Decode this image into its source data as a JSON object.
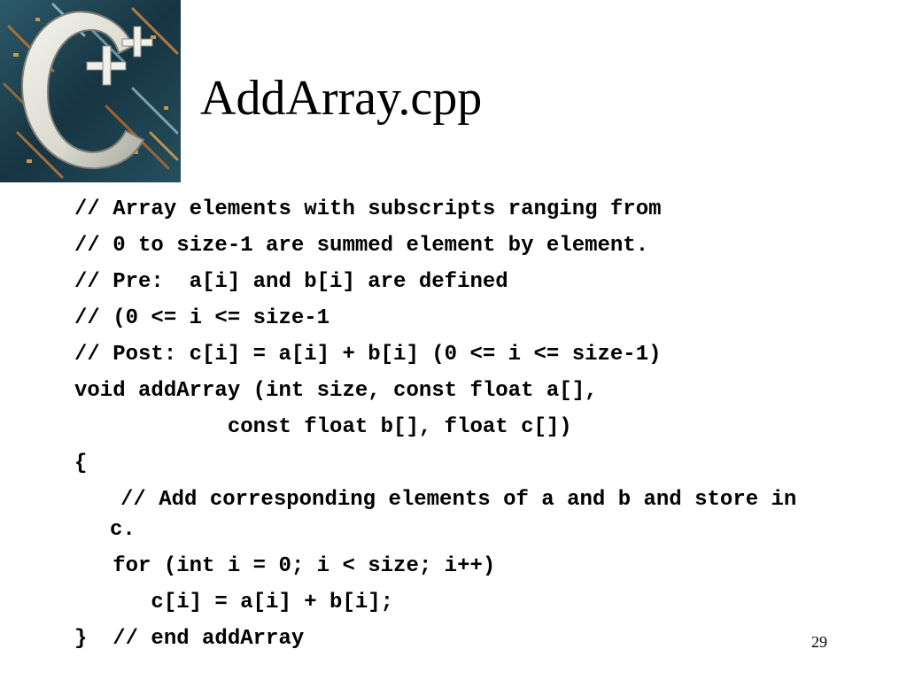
{
  "slide": {
    "title": "AddArray.cpp",
    "page_number": "29",
    "logo_icon": "cpp-book-cover-logo",
    "code_lines": [
      "// Array elements with subscripts ranging from",
      "// 0 to size-1 are summed element by element.",
      "// Pre:  a[i] and b[i] are defined",
      "// (0 <= i <= size-1",
      "// Post: c[i] = a[i] + b[i] (0 <= i <= size-1)",
      "void addArray (int size, const float a[],",
      "            const float b[], float c[])",
      "{",
      "// Add corresponding elements of a and b and store in c.",
      "   for (int i = 0; i < size; i++)",
      "      c[i] = a[i] + b[i];",
      "}  // end addArray"
    ]
  }
}
